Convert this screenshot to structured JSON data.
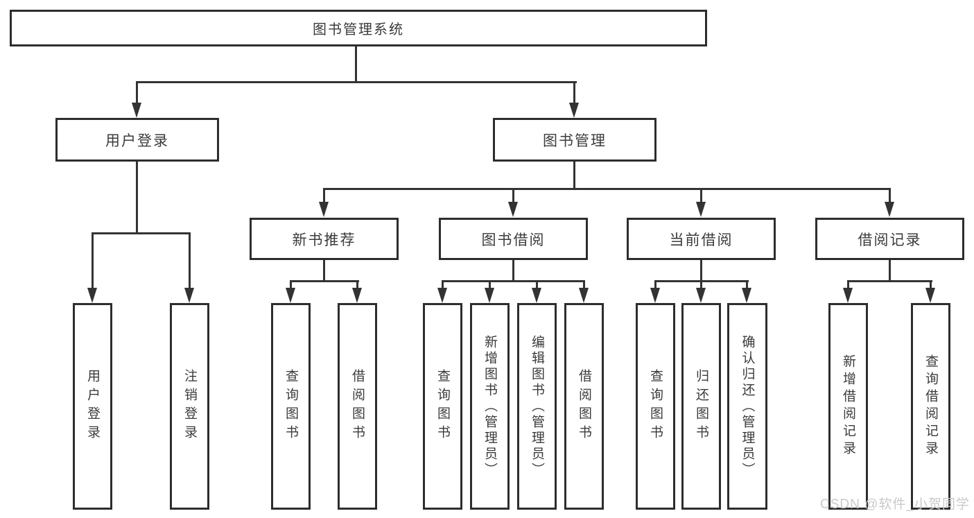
{
  "diagram": {
    "type": "org-tree",
    "root": {
      "label": "图书管理系统",
      "children": [
        {
          "label": "用户登录",
          "children": [
            {
              "label": "用户登录"
            },
            {
              "label": "注销登录"
            }
          ]
        },
        {
          "label": "图书管理",
          "children": [
            {
              "label": "新书推荐",
              "children": [
                {
                  "label": "查询图书"
                },
                {
                  "label": "借阅图书"
                }
              ]
            },
            {
              "label": "图书借阅",
              "children": [
                {
                  "label": "查询图书"
                },
                {
                  "label": "新增图书（管理员）"
                },
                {
                  "label": "编辑图书（管理员）"
                },
                {
                  "label": "借阅图书"
                }
              ]
            },
            {
              "label": "当前借阅",
              "children": [
                {
                  "label": "查询图书"
                },
                {
                  "label": "归还图书"
                },
                {
                  "label": "确认归还（管理员）"
                }
              ]
            },
            {
              "label": "借阅记录",
              "children": [
                {
                  "label": "新增借阅记录"
                },
                {
                  "label": "查询借阅记录"
                }
              ]
            }
          ]
        }
      ]
    },
    "colors": {
      "line": "#333333",
      "box_border": "#2d2d2d",
      "box_fill": "#ffffff",
      "text": "#3b3b3b",
      "background": "#ffffff",
      "watermark": "#c9c9c9"
    }
  },
  "watermark": {
    "text": "CSDN @软件_小贺同学"
  }
}
